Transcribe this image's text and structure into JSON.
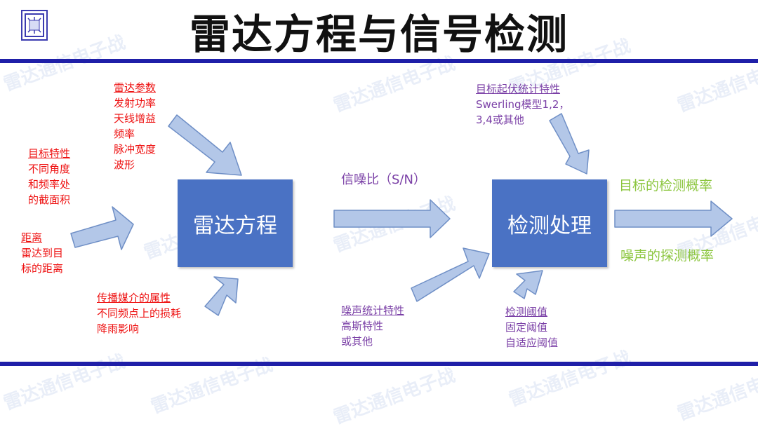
{
  "title": "雷达方程与信号检测",
  "watermark": "雷达通信电子战",
  "colors": {
    "rule": "#1f1fa8",
    "box": "#4a72c4",
    "arrow_fill": "#b3c7e8",
    "arrow_stroke": "#6f8fc6",
    "red": "#ee1111",
    "purple": "#7a3fa6",
    "green": "#8cc63f"
  },
  "boxes": {
    "radar_equation": "雷达方程",
    "detection": "检测处理"
  },
  "radar_params": {
    "heading": "雷达参数",
    "lines": [
      "发射功率",
      "天线增益",
      "频率",
      "脉冲宽度",
      "波形"
    ]
  },
  "target_char": {
    "heading": "目标特性",
    "lines": [
      "不同角度",
      "和频率处",
      "的截面积"
    ]
  },
  "distance": {
    "heading": "距离",
    "lines": [
      "雷达到目",
      "标的距离"
    ]
  },
  "medium": {
    "heading": "传播媒介的属性",
    "lines": [
      "不同频点上的损耗",
      "降雨影响"
    ]
  },
  "snr_label": "信噪比（S/N）",
  "target_fluct": {
    "heading": "目标起伏统计特性",
    "lines": [
      "Swerling模型1,2，",
      "3,4或其他"
    ]
  },
  "noise_stats": {
    "heading": "噪声统计特性",
    "lines": [
      "高斯特性",
      "或其他"
    ]
  },
  "threshold": {
    "heading": "检测阈值",
    "lines": [
      "固定阈值",
      "自适应阈值"
    ]
  },
  "outputs": {
    "detect_prob": "目标的检测概率",
    "false_alarm": "噪声的探测概率"
  }
}
